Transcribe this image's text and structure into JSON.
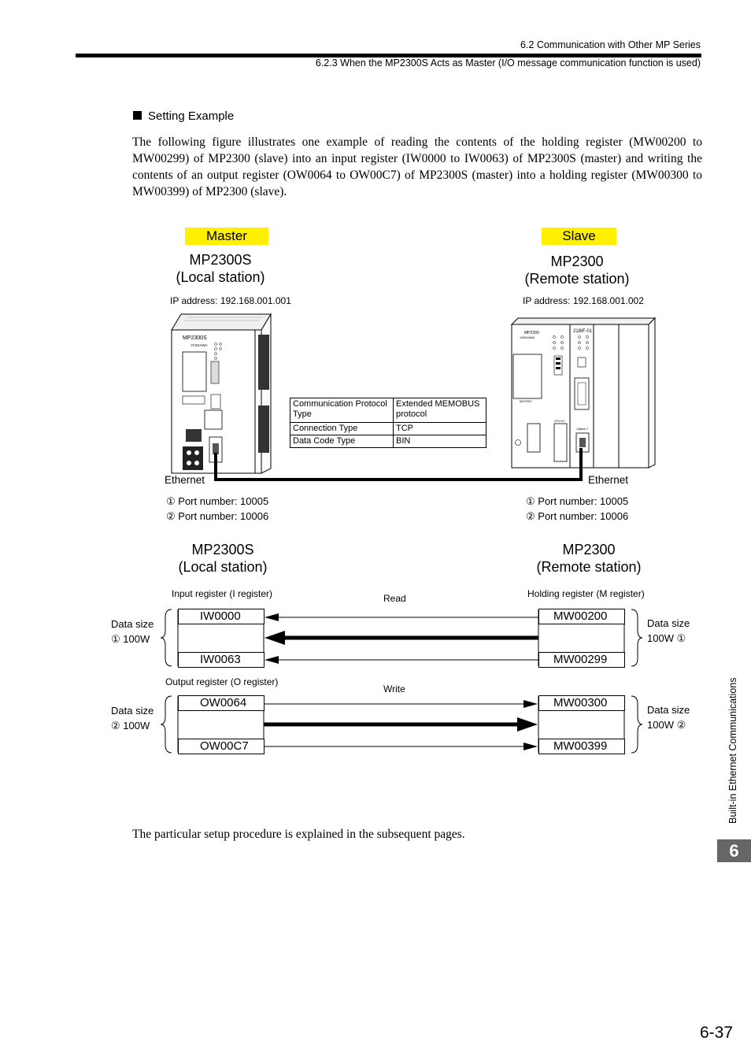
{
  "header": {
    "section": "6.2  Communication with Other MP Series",
    "subsection": "6.2.3  When the MP2300S Acts as Master (I/O message communication function is used)"
  },
  "section_title": "Setting Example",
  "intro_paragraph": "The following figure illustrates one example of reading the contents of the holding register (MW00200 to MW00299) of MP2300 (slave) into an input register (IW0000 to IW0063) of MP2300S (master) and writing the contents of an output register (OW0064 to OW00C7) of MP2300S (master) into a holding register (MW00300 to MW00399) of MP2300 (slave).",
  "master": {
    "role": "Master",
    "name": "MP2300S",
    "station": "(Local station)",
    "ip": "IP address: 192.168.001.001",
    "port_label": "Ethernet",
    "port1_num": "①",
    "port1": "Port number: 10005",
    "port2_num": "②",
    "port2": "Port number: 10006",
    "device_label": "MP2300S",
    "device_brand": "YASKAWA"
  },
  "slave": {
    "role": "Slave",
    "name": "MP2300",
    "station": "(Remote station)",
    "ip": "IP address: 192.168.001.002",
    "port_label": "Ethernet",
    "port1_num": "①",
    "port1": "Port number: 10005",
    "port2_num": "②",
    "port2": "Port number: 10006",
    "device_label": "MP2300",
    "device_brand": "YASKAWA",
    "module_label": "218IF-01",
    "battery_label": "BATTERY",
    "port_text": "10Base-T",
    "cpu_text": "CPU I/O"
  },
  "settings_table": [
    {
      "label": "Communication Protocol Type",
      "value": "Extended MEMOBUS protocol"
    },
    {
      "label": "Connection Type",
      "value": "TCP"
    },
    {
      "label": "Data Code Type",
      "value": "BIN"
    }
  ],
  "mapping": {
    "master_name": "MP2300S",
    "master_station": "(Local station)",
    "slave_name": "MP2300",
    "slave_station": "(Remote station)",
    "input_title": "Input register (I register)",
    "output_title": "Output register (O register)",
    "holding_title": "Holding register (M register)",
    "read_label": "Read",
    "write_label": "Write",
    "input_start": "IW0000",
    "input_end": "IW0063",
    "output_start": "OW0064",
    "output_end": "OW00C7",
    "holding_read_start": "MW00200",
    "holding_read_end": "MW00299",
    "holding_write_start": "MW00300",
    "holding_write_end": "MW00399",
    "data_size": "Data size",
    "size_value": "100W",
    "num1": "①",
    "num2": "②"
  },
  "closing_text": "The particular setup procedure is explained in the subsequent pages.",
  "side_tab_number": "6",
  "side_tab_label": "Built-in Ethernet Communications",
  "page_number": "6-37",
  "colors": {
    "badge": "#ffef00",
    "side_tab": "#666666"
  }
}
